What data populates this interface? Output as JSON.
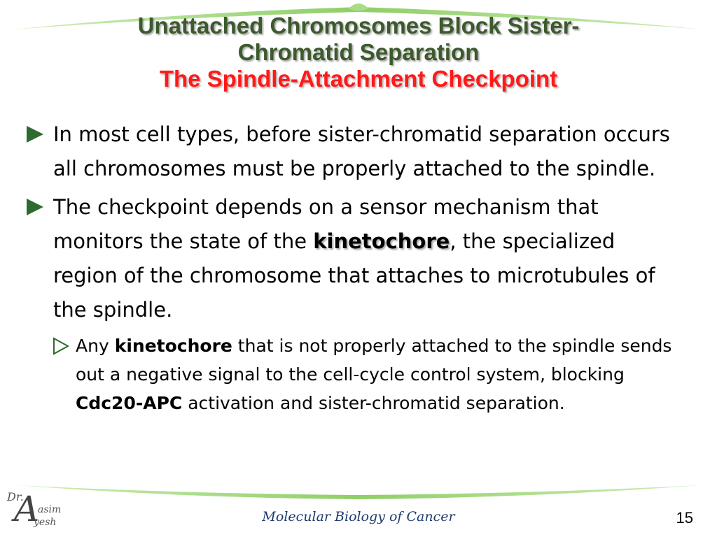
{
  "slide": {
    "title_line1": "Unattached Chromosomes Block Sister-",
    "title_line2": "Chromatid Separation",
    "subtitle": "The Spindle-Attachment Checkpoint"
  },
  "bullets": [
    {
      "text": "In most cell types, before sister-chromatid separation occurs all chromosomes must be properly attached to the spindle."
    },
    {
      "text_before": "The checkpoint depends on a sensor mechanism that monitors the state of the ",
      "keyword": "kinetochore",
      "text_after": ", the specialized region of the chromosome that attaches to microtubules of the spindle."
    }
  ],
  "sub_bullet": {
    "part1": "Any ",
    "keyword1": "kinetochore",
    "part2": " that is not properly attached to the spindle sends out a negative signal to the cell-cycle control system, blocking ",
    "keyword2": "Cdc20-APC",
    "part3": " activation and sister-chromatid separation."
  },
  "footer": {
    "text": "Molecular Biology of Cancer",
    "page_number": "15"
  },
  "logo": {
    "dr": "Dr.",
    "initial": "A",
    "line1": "asim",
    "line2": "yesh"
  },
  "icons": {
    "bullet": "filled-triangle-arrow",
    "sub_bullet": "hollow-triangle-arrow"
  },
  "colors": {
    "title_green": "#3c5a2c",
    "subtitle_red": "#ff1a1a",
    "bullet_green": "#2e6b2e",
    "swoosh_green": "#9ad27a",
    "footer_blue": "#1f3b6e"
  }
}
